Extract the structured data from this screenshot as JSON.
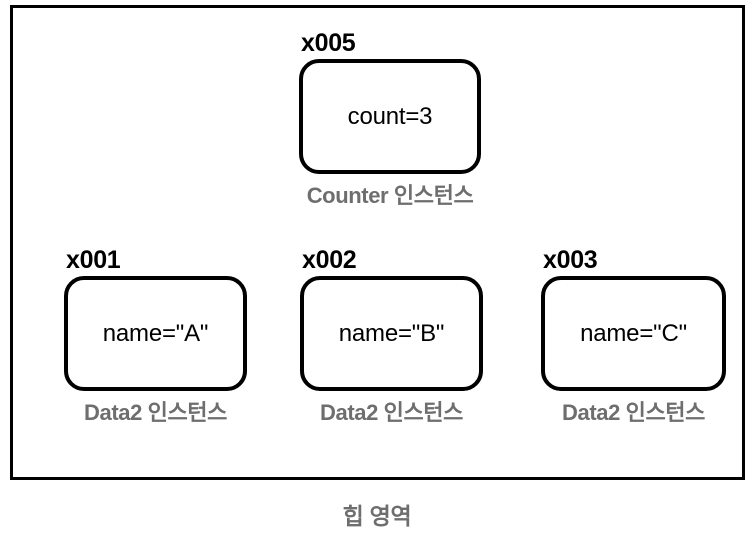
{
  "diagram": {
    "region": {
      "caption": "힙 영역",
      "border_color": "#000000",
      "background": "#ffffff"
    },
    "caption_color": "#6e6e6e",
    "nodes": [
      {
        "address": "x005",
        "value": "count=3",
        "caption": "Counter 인스턴스",
        "row": "top"
      },
      {
        "address": "x001",
        "value": "name=\"A\"",
        "caption": "Data2 인스턴스",
        "row": "bottom"
      },
      {
        "address": "x002",
        "value": "name=\"B\"",
        "caption": "Data2 인스턴스",
        "row": "bottom"
      },
      {
        "address": "x003",
        "value": "name=\"C\"",
        "caption": "Data2 인스턴스",
        "row": "bottom"
      }
    ]
  }
}
